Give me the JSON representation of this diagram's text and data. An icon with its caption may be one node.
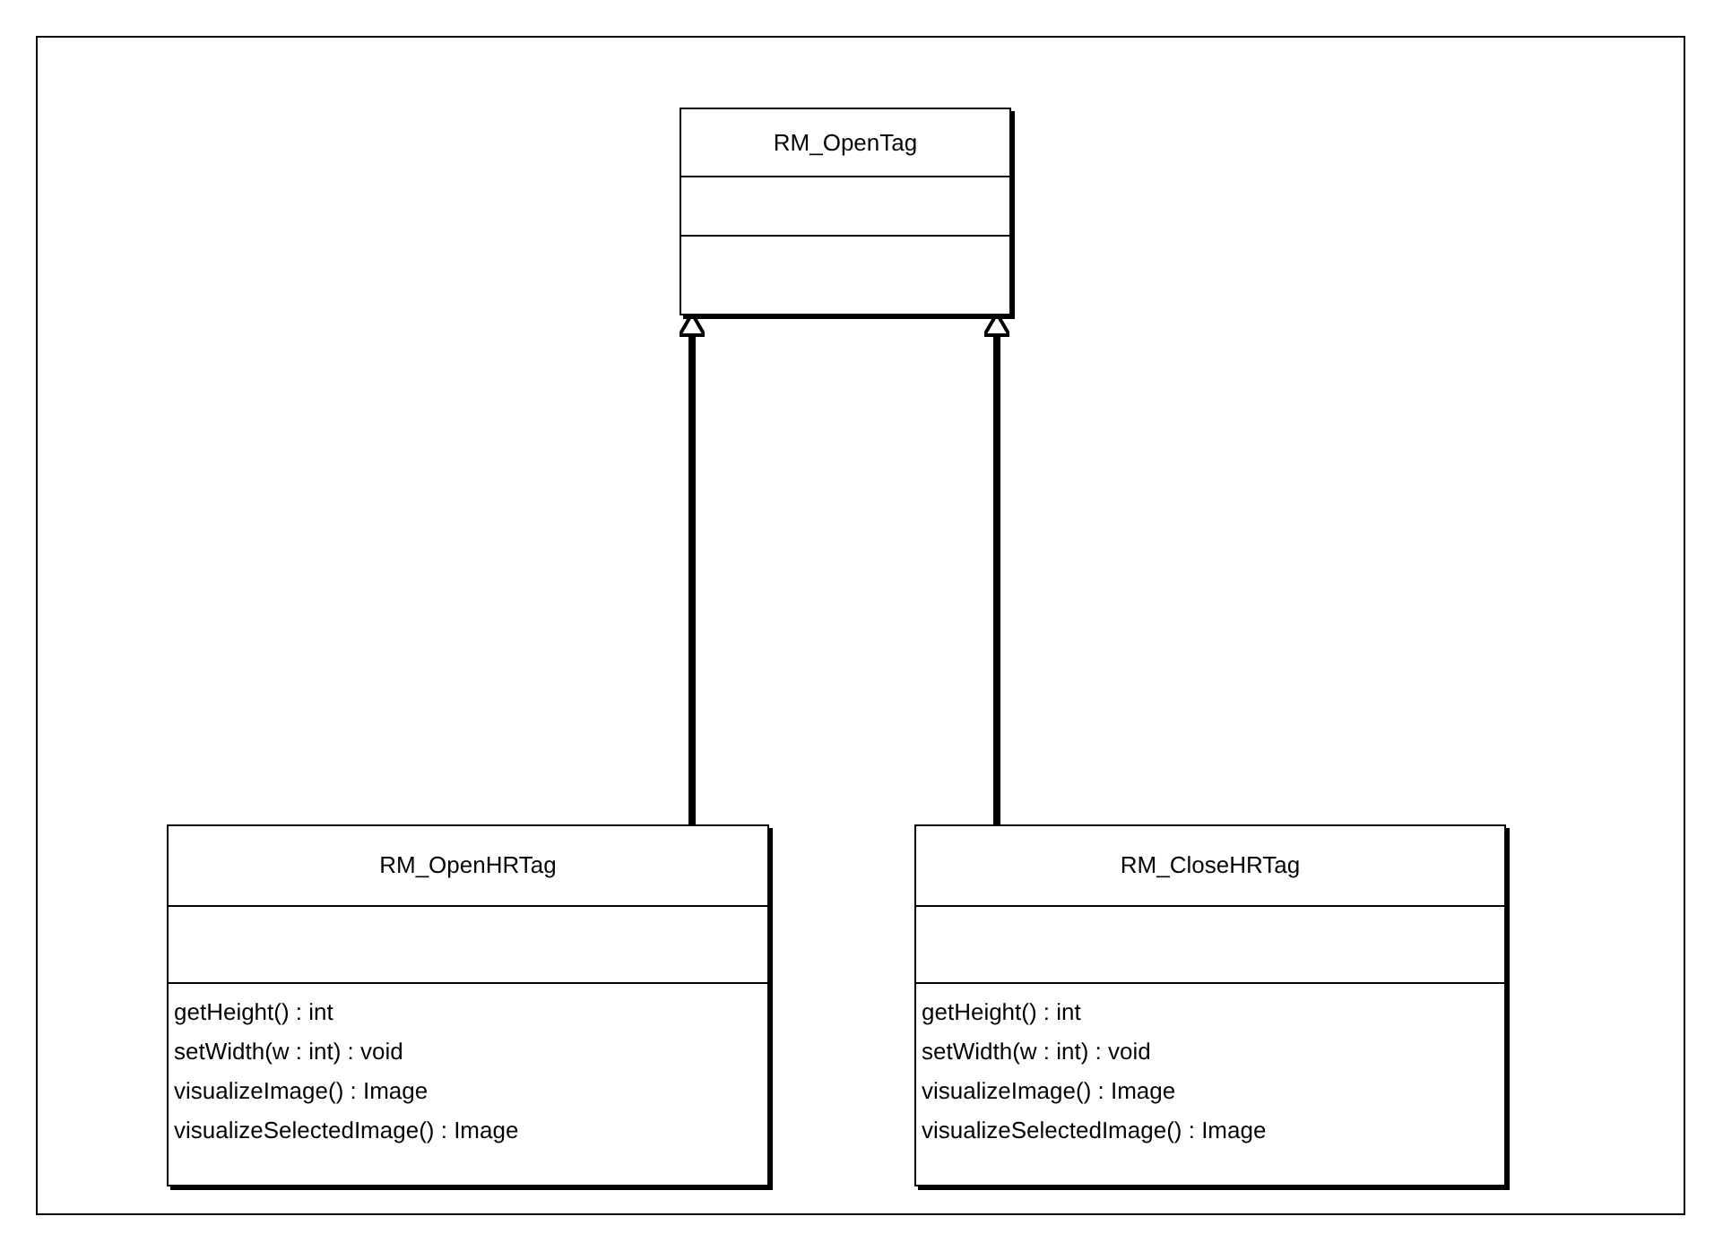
{
  "diagram": {
    "nodes": [
      {
        "text": [
          "RM_OpenTag"
        ]
      },
      {
        "text": [
          "RM_OpenHRTag",
          "getHeight() : int",
          "setWidth(w : int) : void",
          "visualizeImage() : Image",
          "visualizeSelectedImage() : Image"
        ]
      },
      {
        "text": [
          "RM_CloseHRTag",
          "getHeight() : int",
          "setWidth(w : int) : void",
          "visualizeImage() : Image",
          "visualizeSelectedImage() : Image"
        ]
      }
    ],
    "edges": [
      {
        "from": 1,
        "to": 0,
        "arrow": "to"
      },
      {
        "from": 2,
        "to": 0,
        "arrow": "to"
      }
    ]
  }
}
